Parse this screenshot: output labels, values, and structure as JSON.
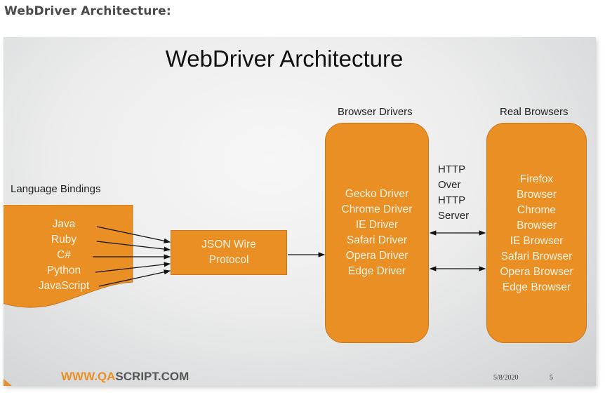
{
  "page_heading": "WebDriver Architecture:",
  "slide": {
    "title": "WebDriver Architecture",
    "language_bindings": {
      "label": "Language Bindings",
      "items": [
        "Java",
        "Ruby",
        "C#",
        "Python",
        "JavaScript"
      ]
    },
    "json_wire_protocol": {
      "lines": [
        "JSON Wire",
        "Protocol"
      ]
    },
    "browser_drivers": {
      "label": "Browser Drivers",
      "items": [
        "Gecko Driver",
        "Chrome Driver",
        "IE Driver",
        "Safari Driver",
        "Opera Driver",
        "Edge Driver"
      ]
    },
    "http_label": {
      "lines": [
        "HTTP",
        "Over",
        "HTTP",
        "Server"
      ]
    },
    "real_browsers": {
      "label": "Real Browsers",
      "items": [
        "Firefox",
        "Browser",
        "Chrome",
        "Browser",
        "IE Browser",
        "Safari Browser",
        "Opera Browser",
        "Edge Browser"
      ]
    },
    "footer": {
      "url_accent": "WWW.QA",
      "url_rest": "SCRIPT.COM",
      "date": "5/8/2020",
      "page_number": "5"
    },
    "colors": {
      "accent": "#e98f24",
      "text_on_accent": "#fdf3e4"
    }
  }
}
